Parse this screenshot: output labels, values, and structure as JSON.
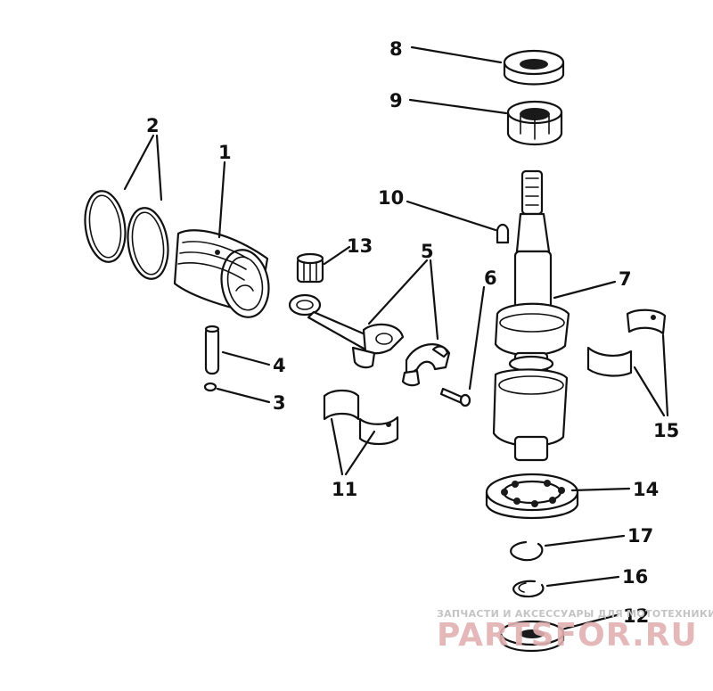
{
  "callouts": {
    "c1": "1",
    "c2": "2",
    "c3": "3",
    "c4": "4",
    "c5": "5",
    "c6": "6",
    "c7": "7",
    "c8": "8",
    "c9": "9",
    "c10": "10",
    "c11": "11",
    "c12": "12",
    "c13": "13",
    "c14": "14",
    "c15": "15",
    "c16": "16",
    "c17": "17"
  },
  "watermark": {
    "tagline": "ЗАПЧАСТИ И АКСЕССУАРЫ ДЛЯ МОТОТЕХНИКИ",
    "brand": "PARTSFOR.RU"
  },
  "colors": {
    "ink": "#111111",
    "watermark_brand": "#e2b1b1",
    "watermark_tagline": "#c4c4c4"
  }
}
